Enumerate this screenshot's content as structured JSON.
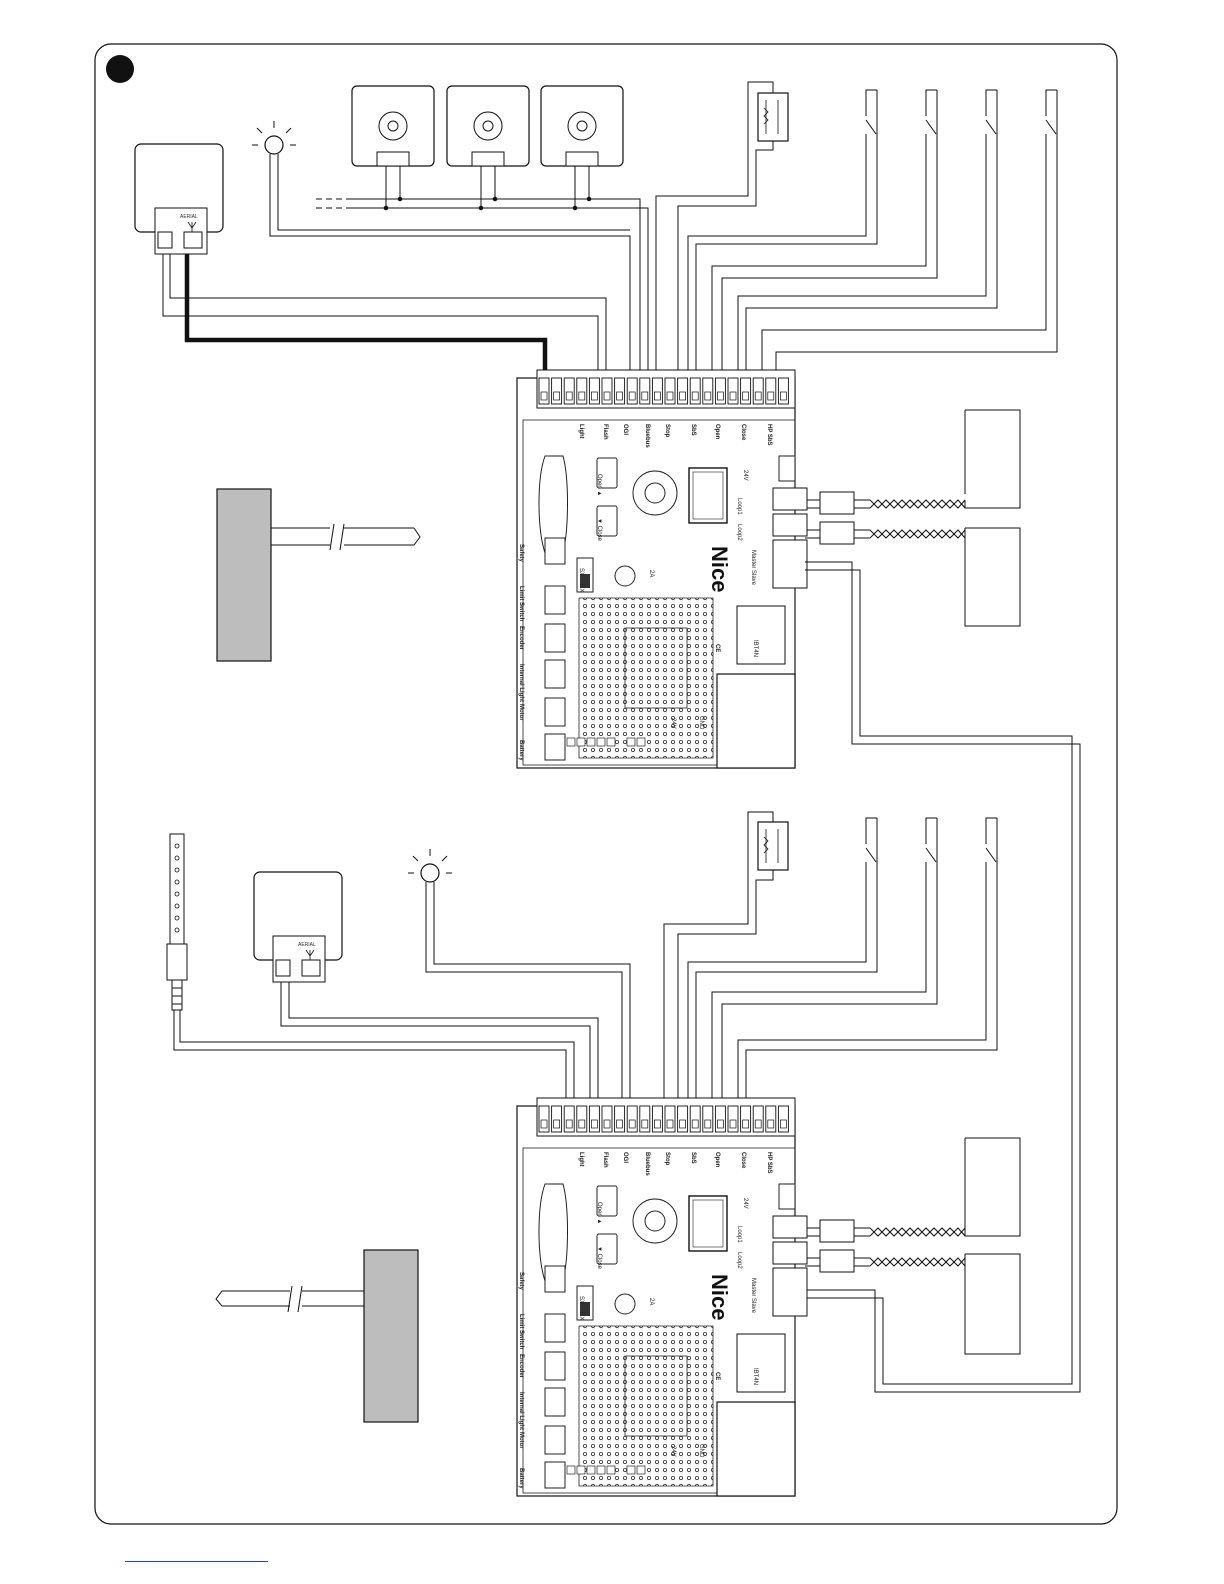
{
  "colors": {
    "line": "#111111",
    "housing": "#bdbdbd",
    "link": "#2e3fb0"
  },
  "aerial_label": "AERIAL",
  "terminal_labels": [
    "Light",
    "Flash",
    "OGI",
    "Bluebus",
    "Stop",
    "SbS",
    "Open",
    "Close",
    "HP SbS"
  ],
  "board": {
    "brand": "Nice",
    "btn_open": "Open ▲",
    "btn_close": "▼ Close",
    "loop1": "Loop1",
    "loop2": "Loop2",
    "master_slave": "Master Slave",
    "v24": "24V",
    "fuse": "2A",
    "v24_gnd": "24V",
    "gnd": "GND",
    "ibtn": "IBT4N",
    "sx": "SX",
    "dx": "DX",
    "ce": "CE",
    "left_labels": [
      "Safety",
      "Limit Switch",
      "Encoder",
      "Internal Light",
      "Motor",
      "Battery"
    ]
  }
}
